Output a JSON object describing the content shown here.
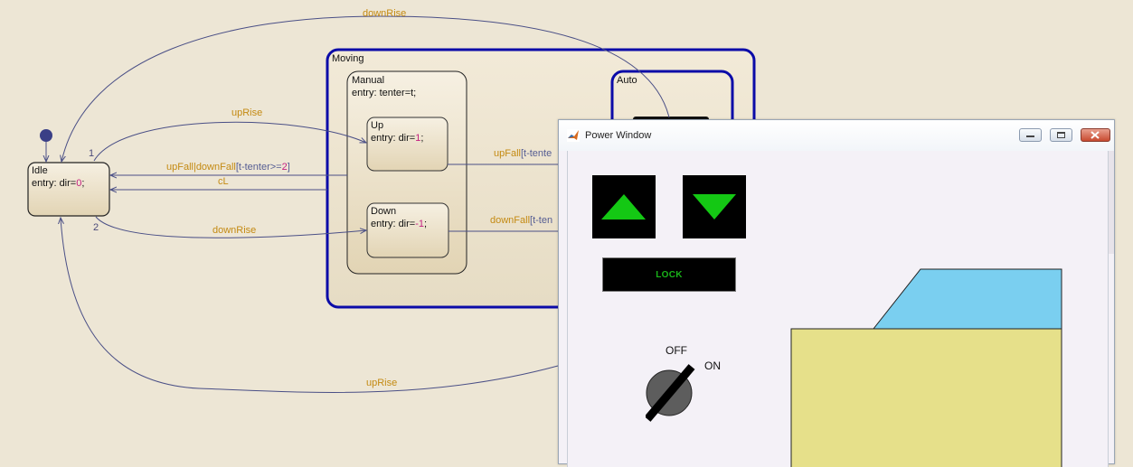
{
  "stateflow": {
    "states": {
      "idle": {
        "name": "Idle",
        "entry_prefix": "entry: dir=",
        "entry_value": "0",
        "entry_suffix": ";"
      },
      "moving": {
        "name": "Moving"
      },
      "manual": {
        "name": "Manual",
        "entry": "entry: tenter=t;"
      },
      "up": {
        "name": "Up",
        "entry_prefix": "entry: dir=",
        "entry_value": "1",
        "entry_suffix": ";"
      },
      "down": {
        "name": "Down",
        "entry_prefix": "entry: dir=",
        "entry_value": "-1",
        "entry_suffix": ";"
      },
      "auto": {
        "name": "Auto"
      }
    },
    "transitions": {
      "top_down_rise": "downRise",
      "idle_to_up": "upRise",
      "to_idle_event": "upFall|downFall",
      "to_idle_guard": "[t-tenter>=",
      "to_idle_guard_value": "2",
      "to_idle_guard_end": "]",
      "c_l": "cL",
      "idle_to_down": "downRise",
      "bottom_up_rise": "upRise",
      "up_to_auto_event": "upFall",
      "up_to_auto_guard": "[t-tente",
      "down_to_auto_event": "downFall",
      "down_to_auto_guard": "[t-ten"
    },
    "priorities": {
      "first": "1",
      "second": "2"
    }
  },
  "figure_window": {
    "title": "Power Window",
    "lock_label": "LOCK",
    "switch_off_label": "OFF",
    "switch_on_label": "ON"
  },
  "colors": {
    "chart_background": "#ede6d5",
    "state_fill": "#efe6d0",
    "superstate_border": "#0b0ba8",
    "transition_line": "#4a4f86",
    "label_orange": "#c48a12",
    "guard_blue": "#555d93",
    "number_magenta": "#c42080",
    "arrow_green": "#14c814",
    "glass_blue": "#7acff0",
    "door_yellow": "#e6e08a"
  },
  "icons": {
    "app": "matlab-icon",
    "minimize": "minimize-icon",
    "maximize": "maximize-icon",
    "close": "close-icon",
    "up": "triangle-up-icon",
    "down": "triangle-down-icon",
    "switch": "ignition-switch-icon"
  }
}
